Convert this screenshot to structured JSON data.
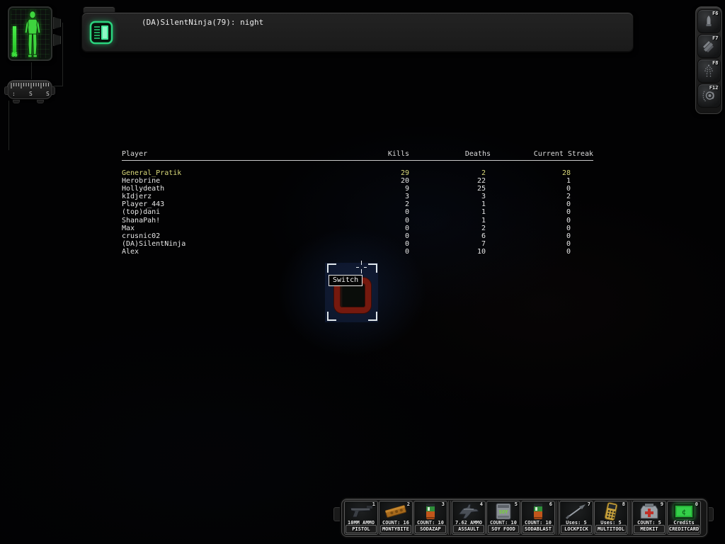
{
  "hud": {
    "health": {
      "value": "86"
    },
    "chat": {
      "message": "(DA)SilentNinja(79): night",
      "icon": "comm-icon"
    },
    "compass": {
      "labels": [
        ":",
        "S",
        "S"
      ]
    },
    "augbar": {
      "slots": [
        {
          "key": "F6",
          "icon": "ballistic-bullet-icon"
        },
        {
          "key": "F7",
          "icon": "cloak-shards-icon"
        },
        {
          "key": "F8",
          "icon": "radar-figure-icon"
        },
        {
          "key": "F12",
          "icon": "vision-eye-icon"
        }
      ]
    }
  },
  "scoreboard": {
    "headers": [
      "Player",
      "Kills",
      "Deaths",
      "Current Streak"
    ],
    "rows": [
      {
        "player": "General_Pratik",
        "kills": "29",
        "deaths": "2",
        "streak": "28",
        "highlight": true
      },
      {
        "player": "Herobrine",
        "kills": "20",
        "deaths": "22",
        "streak": "1"
      },
      {
        "player": "Hollydeath",
        "kills": "9",
        "deaths": "25",
        "streak": "0"
      },
      {
        "player": "kIdjerz",
        "kills": "3",
        "deaths": "3",
        "streak": "2"
      },
      {
        "player": "Player_443",
        "kills": "2",
        "deaths": "1",
        "streak": "0"
      },
      {
        "player": "(top)dani",
        "kills": "0",
        "deaths": "1",
        "streak": "0"
      },
      {
        "player": "ShanaPah!",
        "kills": "0",
        "deaths": "1",
        "streak": "0"
      },
      {
        "player": "Max",
        "kills": "0",
        "deaths": "2",
        "streak": "0"
      },
      {
        "player": "crusnic02",
        "kills": "0",
        "deaths": "6",
        "streak": "0"
      },
      {
        "player": "(DA)SilentNinja",
        "kills": "0",
        "deaths": "7",
        "streak": "0"
      },
      {
        "player": "Alex",
        "kills": "0",
        "deaths": "10",
        "streak": "0"
      }
    ]
  },
  "reticle": {
    "tooltip": "Switch"
  },
  "inventory": {
    "icon_texts": {
      "soy_label": "SOY",
      "credit_symbol": "¢"
    },
    "slots": [
      {
        "num": "1",
        "info": "10MM AMMO",
        "label": "PISTOL",
        "icon": "pistol-icon"
      },
      {
        "num": "2",
        "info": "COUNT: 16",
        "label": "MONTYBITE",
        "icon": "candybar-icon"
      },
      {
        "num": "3",
        "info": "COUNT: 10",
        "label": "SODAZAP",
        "icon": "soda-can-icon",
        "divider_after": true
      },
      {
        "num": "4",
        "info": "7.62 AMMO",
        "label": "ASSAULT",
        "icon": "assault-rifle-icon"
      },
      {
        "num": "5",
        "info": "COUNT: 10",
        "label": "SOY FOOD",
        "icon": "soy-food-icon"
      },
      {
        "num": "6",
        "info": "COUNT: 10",
        "label": "SODABLAST",
        "icon": "soda-can-icon",
        "divider_after": true
      },
      {
        "num": "7",
        "info": "Uses: 5",
        "label": "LOCKPICK",
        "icon": "lockpick-icon"
      },
      {
        "num": "8",
        "info": "Uses: 5",
        "label": "MULTITOOL",
        "icon": "multitool-icon",
        "divider_after": true
      },
      {
        "num": "9",
        "info": "COUNT: 5",
        "label": "MEDKIT",
        "icon": "medkit-icon"
      },
      {
        "num": "0",
        "info": "Credits",
        "label": "CREDITCARD",
        "icon": "creditcard-icon"
      }
    ]
  }
}
